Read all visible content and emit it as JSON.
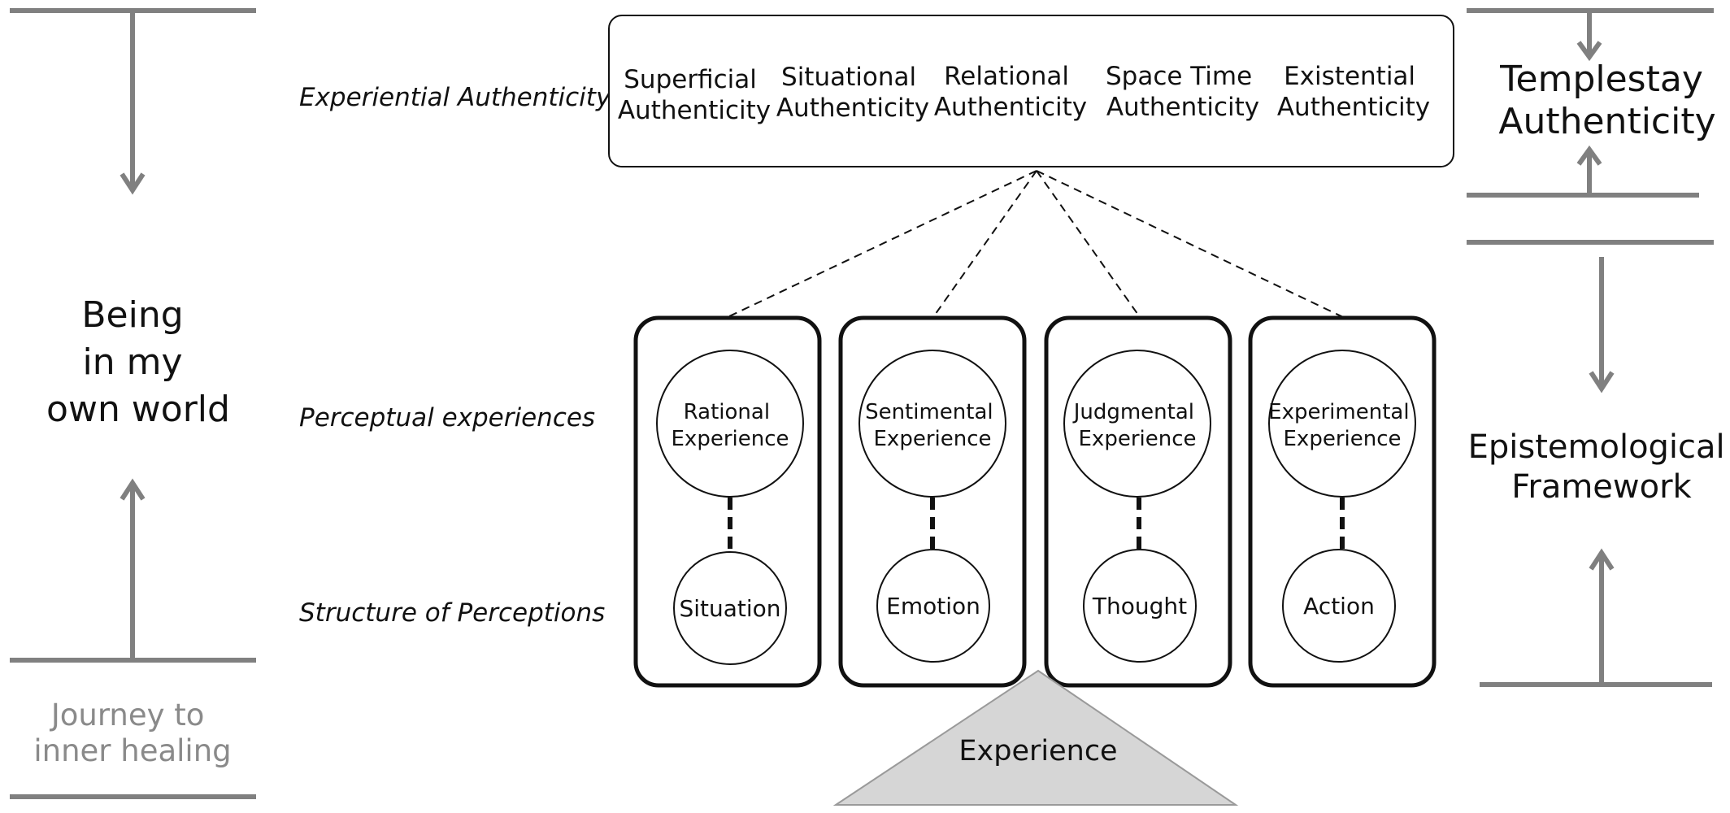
{
  "left_panel": {
    "title_lines": [
      "Being",
      "in my",
      "own world"
    ],
    "journey_lines": [
      "Journey to",
      "inner healing"
    ]
  },
  "row_labels": {
    "experiential": "Experiential Authenticity",
    "perceptual": "Perceptual experiences",
    "structure": "Structure of Perceptions"
  },
  "authenticity_types": [
    {
      "lines": [
        "Superficial",
        "Authenticity"
      ]
    },
    {
      "lines": [
        "Situational",
        "Authenticity"
      ]
    },
    {
      "lines": [
        "Relational",
        "Authenticity"
      ]
    },
    {
      "lines": [
        "Space Time",
        "Authenticity"
      ]
    },
    {
      "lines": [
        "Existential",
        "Authenticity"
      ]
    }
  ],
  "perception_columns": [
    {
      "experience": [
        "Rational",
        "Experience"
      ],
      "structure": "Situation"
    },
    {
      "experience": [
        "Sentimental",
        "Experience"
      ],
      "structure": "Emotion"
    },
    {
      "experience": [
        "Judgmental",
        "Experience"
      ],
      "structure": "Thought"
    },
    {
      "experience": [
        "Experimental",
        "Experience"
      ],
      "structure": "Action"
    }
  ],
  "base": {
    "label": "Experience"
  },
  "right_panel": {
    "templestay_lines": [
      "Templestay",
      "Authenticity"
    ],
    "framework_lines": [
      "Epistemological",
      "Framework"
    ]
  }
}
